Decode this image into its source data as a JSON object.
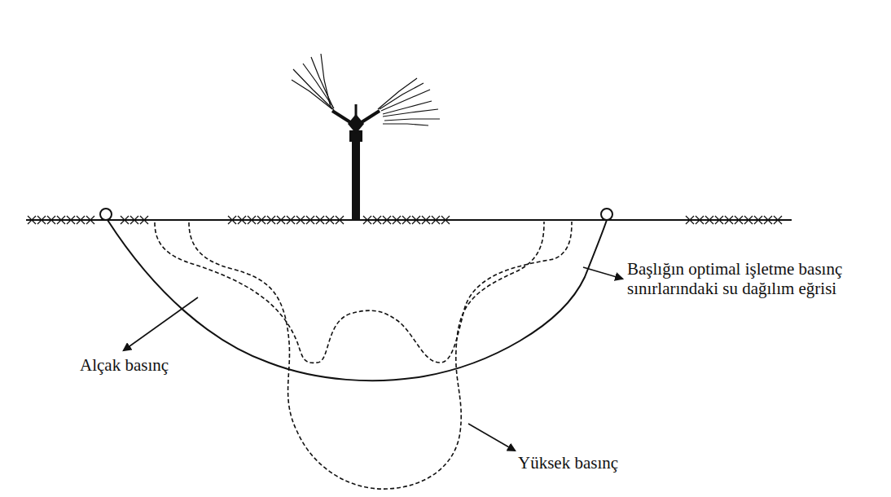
{
  "diagram": {
    "labels": [
      "Alçak basınç",
      "Başlığın optimal işletme basınç sınırlarındaki su dağılım eğrisi",
      "Yüksek basınç"
    ]
  }
}
